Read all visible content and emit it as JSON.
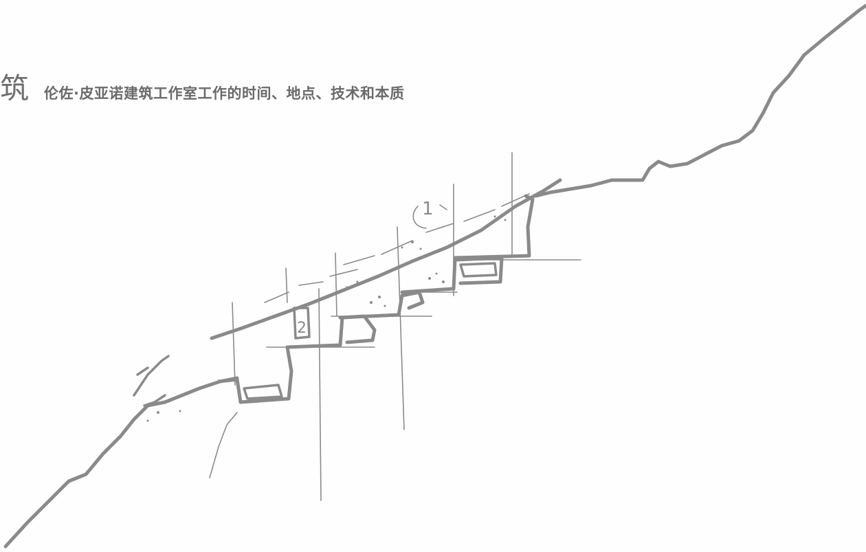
{
  "header": {
    "big_char": "筑",
    "subtitle": "伦佐·皮亚诺建筑工作室工作的时间、地点、技术和本质"
  },
  "sketch": {
    "labels": [
      "1",
      "2"
    ],
    "stroke_color": "#8a8a8a"
  }
}
